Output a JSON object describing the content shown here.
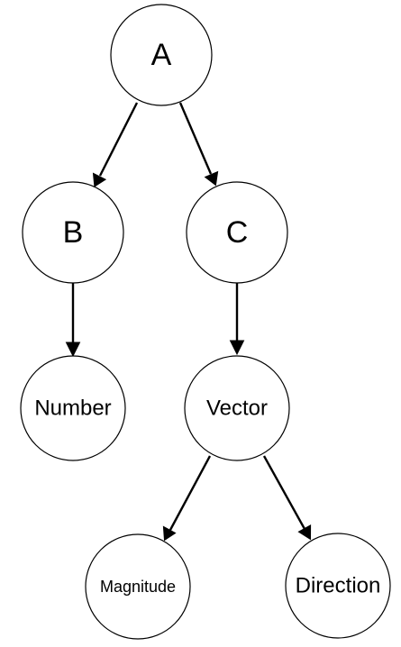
{
  "tree": {
    "nodes": {
      "a": {
        "label": "A"
      },
      "b": {
        "label": "B"
      },
      "c": {
        "label": "C"
      },
      "number": {
        "label": "Number"
      },
      "vector": {
        "label": "Vector"
      },
      "magnitude": {
        "label": "Magnitude"
      },
      "direction": {
        "label": "Direction"
      }
    },
    "edges": [
      {
        "from": "A",
        "to": "B"
      },
      {
        "from": "A",
        "to": "C"
      },
      {
        "from": "B",
        "to": "Number"
      },
      {
        "from": "C",
        "to": "Vector"
      },
      {
        "from": "Vector",
        "to": "Magnitude"
      },
      {
        "from": "Vector",
        "to": "Direction"
      }
    ]
  },
  "colors": {
    "stroke": "#000000",
    "fill": "#ffffff",
    "background": "#ffffff"
  }
}
